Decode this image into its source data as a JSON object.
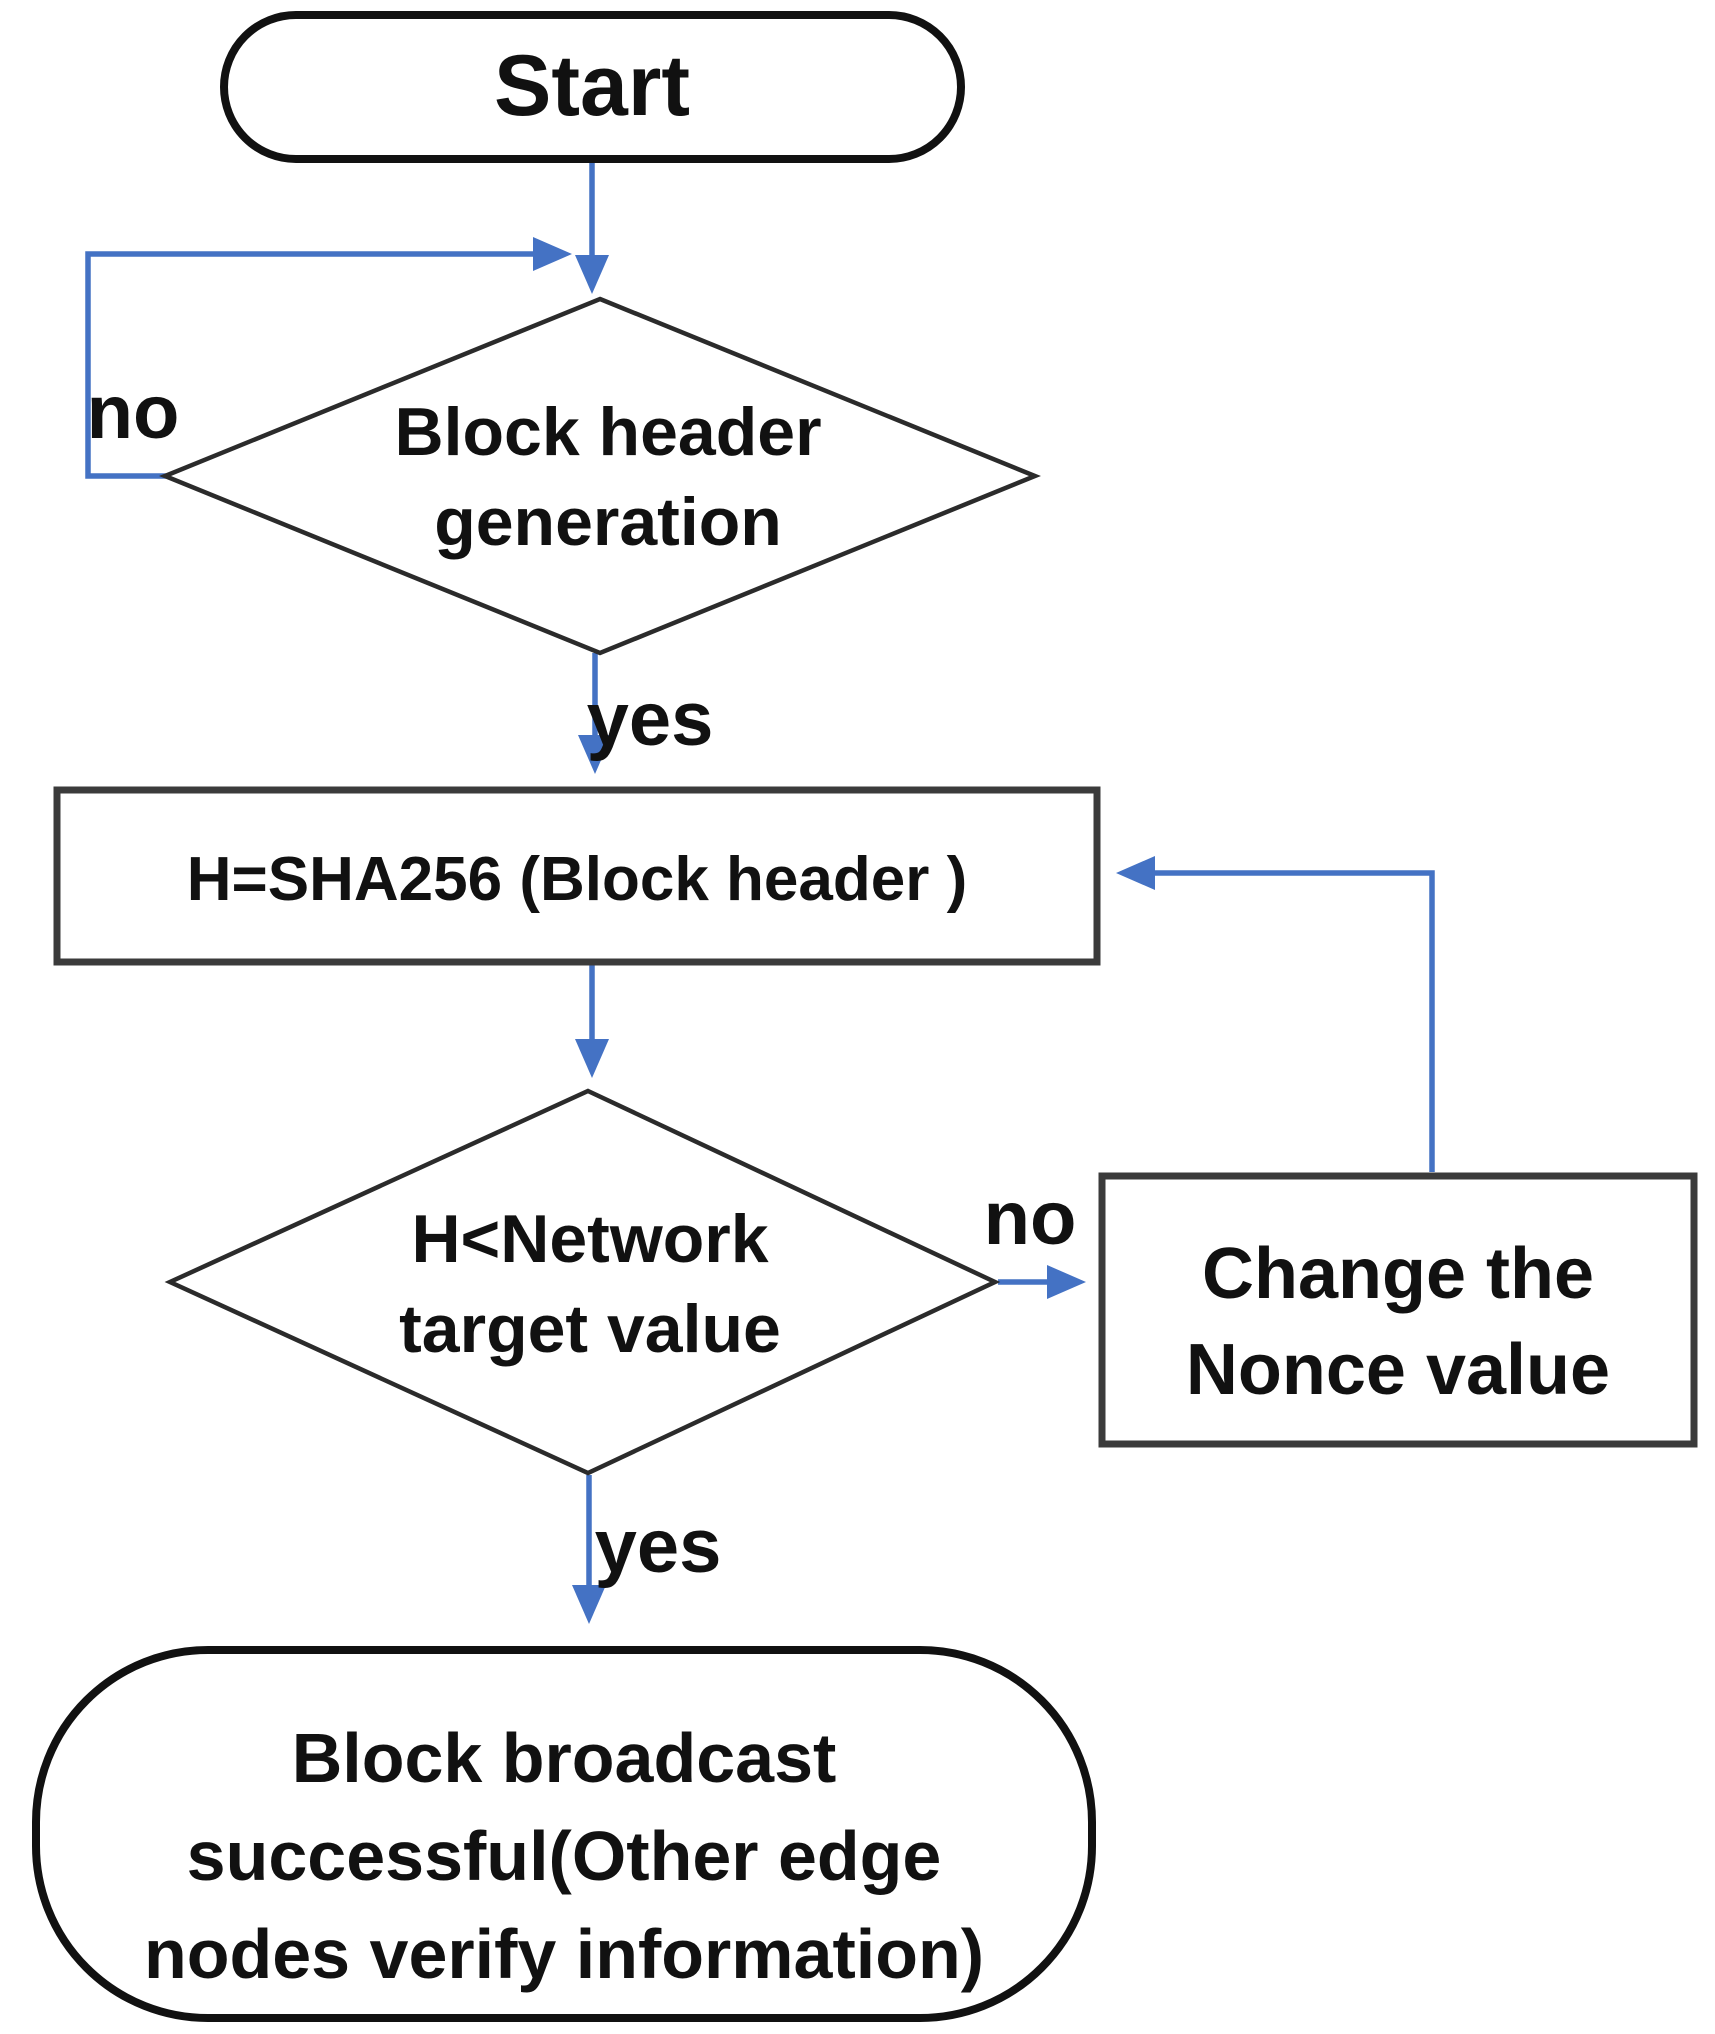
{
  "diagram": {
    "type": "flowchart",
    "topic": "Proof-of-work block mining loop",
    "accent_color": "#4472C4",
    "outline_color": "#111111",
    "nodes": {
      "start": {
        "shape": "stadium",
        "label": "Start"
      },
      "decision_block_header": {
        "shape": "diamond",
        "lines": [
          "Block header",
          "generation"
        ]
      },
      "process_hash": {
        "shape": "rectangle",
        "label": "H=SHA256 (Block header )"
      },
      "decision_target": {
        "shape": "diamond",
        "lines": [
          "H<Network",
          "target value"
        ]
      },
      "process_nonce": {
        "shape": "rectangle",
        "lines": [
          "Change the",
          "Nonce value"
        ]
      },
      "terminal_broadcast": {
        "shape": "stadium",
        "lines": [
          "Block broadcast",
          "successful(Other edge",
          "nodes verify information)"
        ]
      }
    },
    "edges": [
      {
        "from": "start",
        "to": "decision_block_header",
        "label": ""
      },
      {
        "from": "decision_block_header",
        "to": "decision_block_header",
        "label": "no"
      },
      {
        "from": "decision_block_header",
        "to": "process_hash",
        "label": "yes"
      },
      {
        "from": "process_hash",
        "to": "decision_target",
        "label": ""
      },
      {
        "from": "decision_target",
        "to": "process_nonce",
        "label": "no"
      },
      {
        "from": "process_nonce",
        "to": "process_hash",
        "label": ""
      },
      {
        "from": "decision_target",
        "to": "terminal_broadcast",
        "label": "yes"
      }
    ]
  }
}
